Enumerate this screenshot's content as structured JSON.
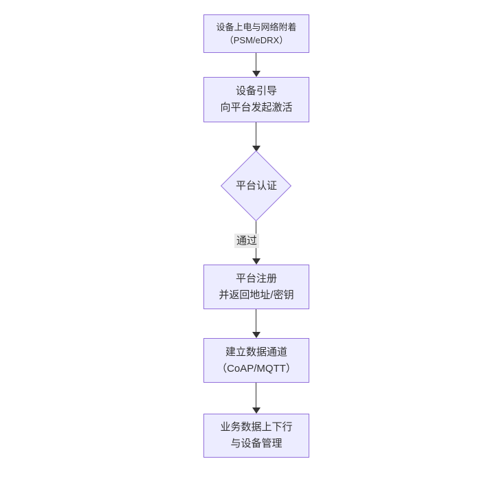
{
  "diagram": {
    "type": "flowchart",
    "direction": "top-down",
    "colors": {
      "background": "#ffffff",
      "node_fill": "#ECECFF",
      "node_border": "#9370DB",
      "edge_line": "#333333",
      "text": "#333333",
      "edge_label_bg": "#e8e8e8"
    },
    "nodes": [
      {
        "id": "power-attach",
        "shape": "rectangle",
        "lines": [
          "设备上电与网络附着",
          "（PSM/eDRX）"
        ]
      },
      {
        "id": "bootstrap",
        "shape": "rectangle",
        "lines": [
          "设备引导",
          "向平台发起激活"
        ]
      },
      {
        "id": "auth",
        "shape": "diamond",
        "lines": [
          "平台认证"
        ]
      },
      {
        "id": "register",
        "shape": "rectangle",
        "lines": [
          "平台注册",
          "并返回地址/密钥"
        ]
      },
      {
        "id": "data-channel",
        "shape": "rectangle",
        "lines": [
          "建立数据通道",
          "（CoAP/MQTT）"
        ]
      },
      {
        "id": "business-data",
        "shape": "rectangle",
        "lines": [
          "业务数据上下行",
          "与设备管理"
        ]
      }
    ],
    "edges": [
      {
        "from": "power-attach",
        "to": "bootstrap",
        "label": ""
      },
      {
        "from": "bootstrap",
        "to": "auth",
        "label": ""
      },
      {
        "from": "auth",
        "to": "register",
        "label": "通过"
      },
      {
        "from": "register",
        "to": "data-channel",
        "label": ""
      },
      {
        "from": "data-channel",
        "to": "business-data",
        "label": ""
      }
    ]
  }
}
